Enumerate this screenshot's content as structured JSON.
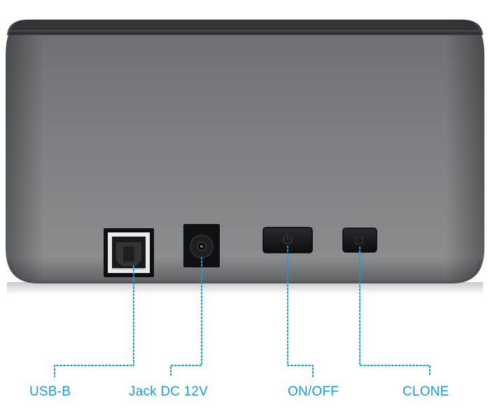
{
  "product": "dock",
  "labels": {
    "usb_b": "USB-B",
    "jack_dc": "Jack DC 12V",
    "on_off": "ON/OFF",
    "clone": "CLONE"
  },
  "colors": {
    "label_blue": "#1a9bd7",
    "dotted_line": "#1a9bd7",
    "body_gray": "#7a7c81",
    "body_dark_edge": "#2b2c2f",
    "port_black": "#121212",
    "background": "#ffffff"
  },
  "icons": [
    "usb-b-port-icon",
    "dc-jack-icon",
    "power-symbol-icon",
    "clone-button-icon"
  ]
}
